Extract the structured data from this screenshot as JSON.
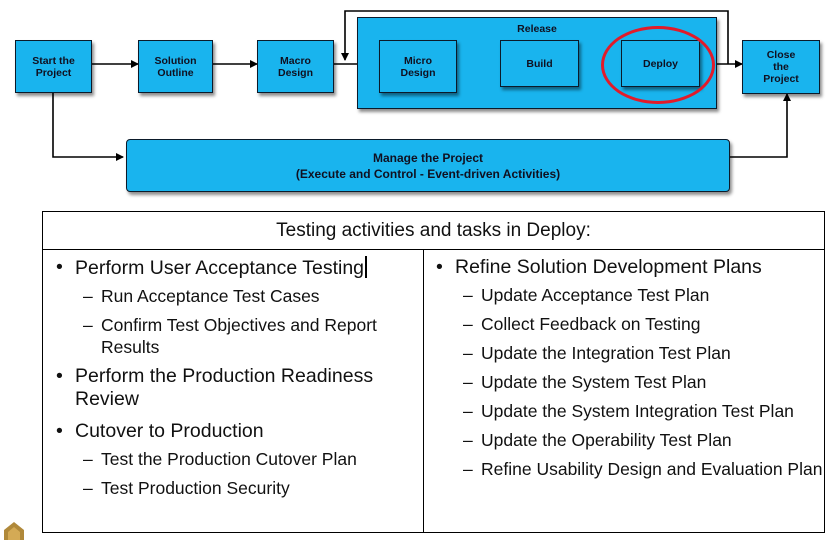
{
  "diagram": {
    "boxes": {
      "start": "Start the\nProject",
      "solution": "Solution\nOutline",
      "macro": "Macro\nDesign",
      "micro": "Micro\nDesign",
      "build": "Build",
      "deploy": "Deploy",
      "close": "Close\nthe\nProject"
    },
    "release_label": "Release",
    "manage": "Manage the Project\n(Execute and Control - Event-driven Activities)",
    "colors": {
      "box_fill": "#19b4ee",
      "highlight": "#e21b2a"
    }
  },
  "table": {
    "title": "Testing activities and tasks in Deploy:",
    "left": [
      {
        "text": "Perform User Acceptance Testing",
        "subs": [
          "Run Acceptance Test Cases",
          "Confirm Test Objectives and Report Results"
        ]
      },
      {
        "text": "Perform the Production Readiness Review",
        "subs": []
      },
      {
        "text": "Cutover to Production",
        "subs": [
          "Test the Production Cutover Plan",
          "Test Production Security"
        ]
      }
    ],
    "right": [
      {
        "text": "Refine Solution Development Plans",
        "subs": [
          "Update Acceptance Test Plan",
          "Collect Feedback on Testing",
          "Update the Integration Test Plan",
          "Update the System Test Plan",
          "Update the System Integration Test Plan",
          "Update the Operability Test Plan",
          "Refine Usability Design and Evaluation Plan"
        ]
      }
    ]
  }
}
